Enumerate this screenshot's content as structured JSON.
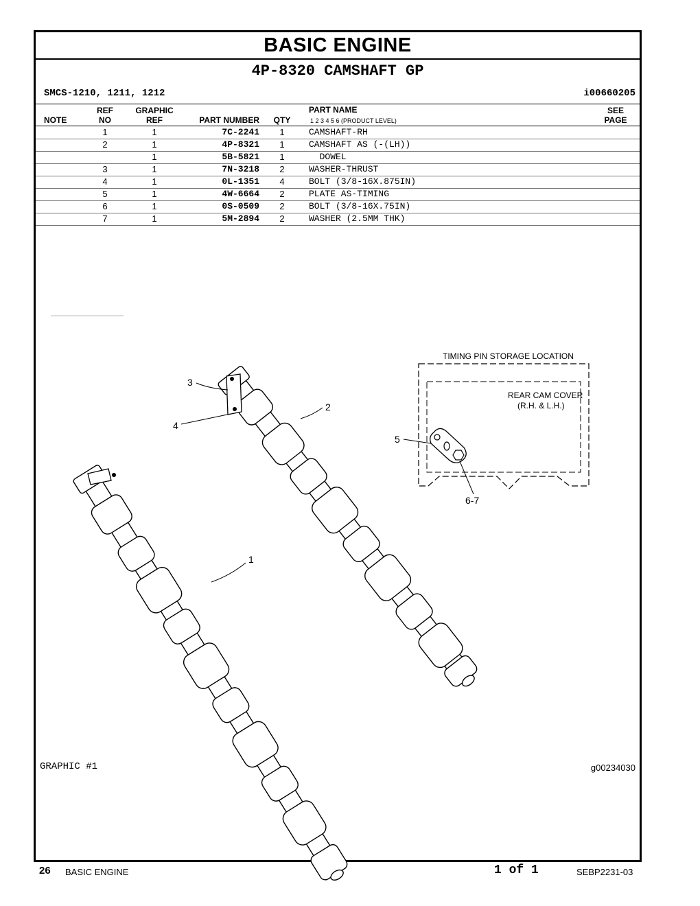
{
  "header": {
    "title": "BASIC ENGINE",
    "group": "4P-8320 CAMSHAFT GP",
    "smcs": "SMCS-1210, 1211, 1212",
    "illustration_id": "i00660205"
  },
  "columns": {
    "note": "NOTE",
    "ref_top": "REF",
    "ref_bottom": "NO",
    "graphic_top": "GRAPHIC",
    "graphic_bottom": "REF",
    "part_number": "PART NUMBER",
    "qty": "QTY",
    "part_name": "PART NAME",
    "product_level": "1   2   3   4   5   6   (PRODUCT LEVEL)",
    "see_top": "SEE",
    "see_bottom": "PAGE"
  },
  "parts": [
    {
      "ref": "1",
      "graphic": "1",
      "part_number": "7C-2241",
      "qty": "1",
      "name": "CAMSHAFT-RH"
    },
    {
      "ref": "2",
      "graphic": "1",
      "part_number": "4P-8321",
      "qty": "1",
      "name": "CAMSHAFT AS (-(LH))"
    },
    {
      "ref": "",
      "graphic": "1",
      "part_number": "5B-5821",
      "qty": "1",
      "name": "  DOWEL"
    },
    {
      "ref": "3",
      "graphic": "1",
      "part_number": "7N-3218",
      "qty": "2",
      "name": "WASHER-THRUST"
    },
    {
      "ref": "4",
      "graphic": "1",
      "part_number": "0L-1351",
      "qty": "4",
      "name": "BOLT (3/8-16X.875IN)"
    },
    {
      "ref": "5",
      "graphic": "1",
      "part_number": "4W-6664",
      "qty": "2",
      "name": "PLATE AS-TIMING"
    },
    {
      "ref": "6",
      "graphic": "1",
      "part_number": "0S-0509",
      "qty": "2",
      "name": "BOLT (3/8-16X.75IN)"
    },
    {
      "ref": "7",
      "graphic": "1",
      "part_number": "5M-2894",
      "qty": "2",
      "name": "WASHER (2.5MM THK)"
    }
  ],
  "drawing": {
    "callout_1": "1",
    "callout_2": "2",
    "callout_3": "3",
    "callout_4": "4",
    "callout_5": "5",
    "callout_67": "6-7",
    "timing_title": "TIMING PIN STORAGE LOCATION",
    "cover_line1": "REAR CAM COVER",
    "cover_line2": "(R.H. & L.H.)"
  },
  "graphic_label": "GRAPHIC #1",
  "graphic_id": "g00234030",
  "footer": {
    "page_number": "26",
    "section": "BASIC ENGINE",
    "pages": "1 of 1",
    "doc_number": "SEBP2231-03"
  }
}
